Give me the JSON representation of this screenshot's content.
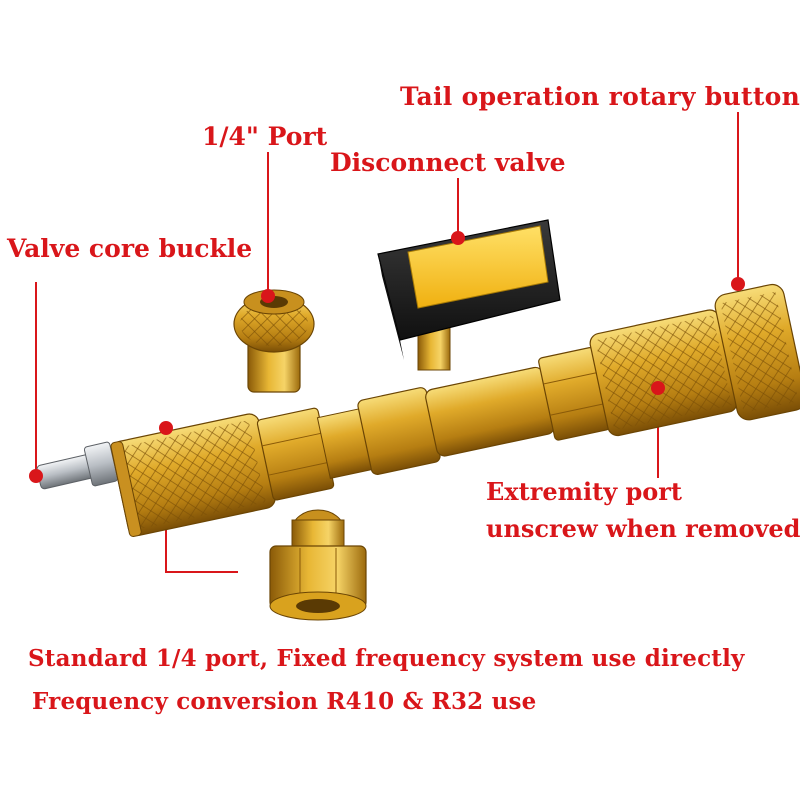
{
  "labels": {
    "tail_button": "Tail operation rotary button",
    "quarter_port": "1/4\" Port",
    "disconnect_valve": "Disconnect valve",
    "valve_core_buckle": "Valve core buckle",
    "extremity_port_line1": "Extremity port",
    "extremity_port_line2": "unscrew when removed",
    "standard_port_note": "Standard 1/4 port, Fixed frequency system use directly",
    "frequency_conversion_note": "Frequency conversion R410 & R32 use"
  },
  "colors": {
    "label_red": "#d9161a",
    "brass": "#d9a21e",
    "brass_dark": "#8a5a08",
    "brass_light": "#f5d55c",
    "handle_black": "#1c1c1c",
    "handle_yellow": "#f7c21a",
    "steel": "#c8ccd0"
  },
  "icons": [
    "valve-tool-illustration",
    "adapter-fitting-illustration",
    "callout-dot"
  ]
}
